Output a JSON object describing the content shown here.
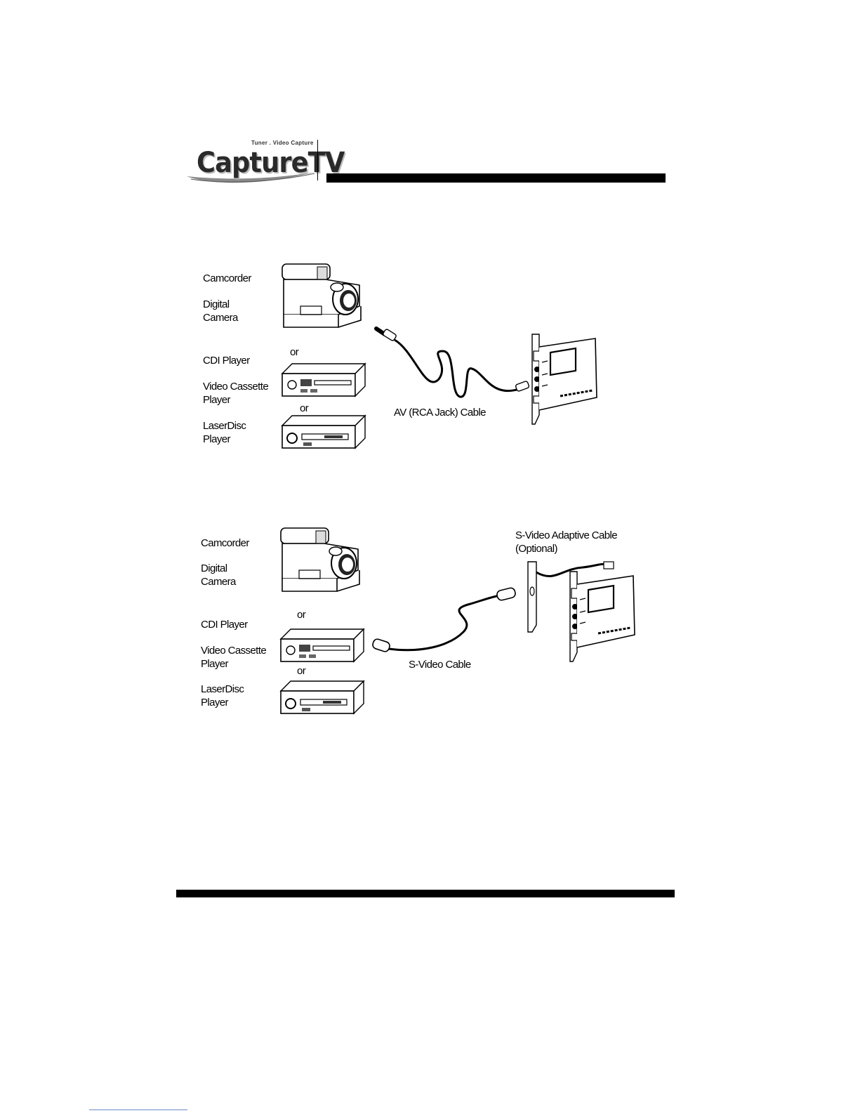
{
  "logo": {
    "tagline": "Tuner . Video Capture",
    "wordmark": "CaptureTV"
  },
  "diagram_av": {
    "sources": {
      "camcorder": "Camcorder",
      "digital_camera_line1": "Digital",
      "digital_camera_line2": "Camera",
      "or_1": "or",
      "cdi_player": "CDI Player",
      "vcp_line1": "Video Cassette",
      "vcp_line2": "Player",
      "or_2": "or",
      "laserdisc_line1": "LaserDisc",
      "laserdisc_line2": "Player"
    },
    "cable_label": "AV (RCA Jack) Cable"
  },
  "diagram_svideo": {
    "sources": {
      "camcorder": "Camcorder",
      "digital_camera_line1": "Digital",
      "digital_camera_line2": "Camera",
      "or_1": "or",
      "cdi_player": "CDI Player",
      "vcp_line1": "Video Cassette",
      "vcp_line2": "Player",
      "or_2": "or",
      "laserdisc_line1": "LaserDisc",
      "laserdisc_line2": "Player"
    },
    "adapter_label_line1": "S-Video Adaptive Cable",
    "adapter_label_line2": "(Optional)",
    "cable_label": "S-Video Cable"
  }
}
